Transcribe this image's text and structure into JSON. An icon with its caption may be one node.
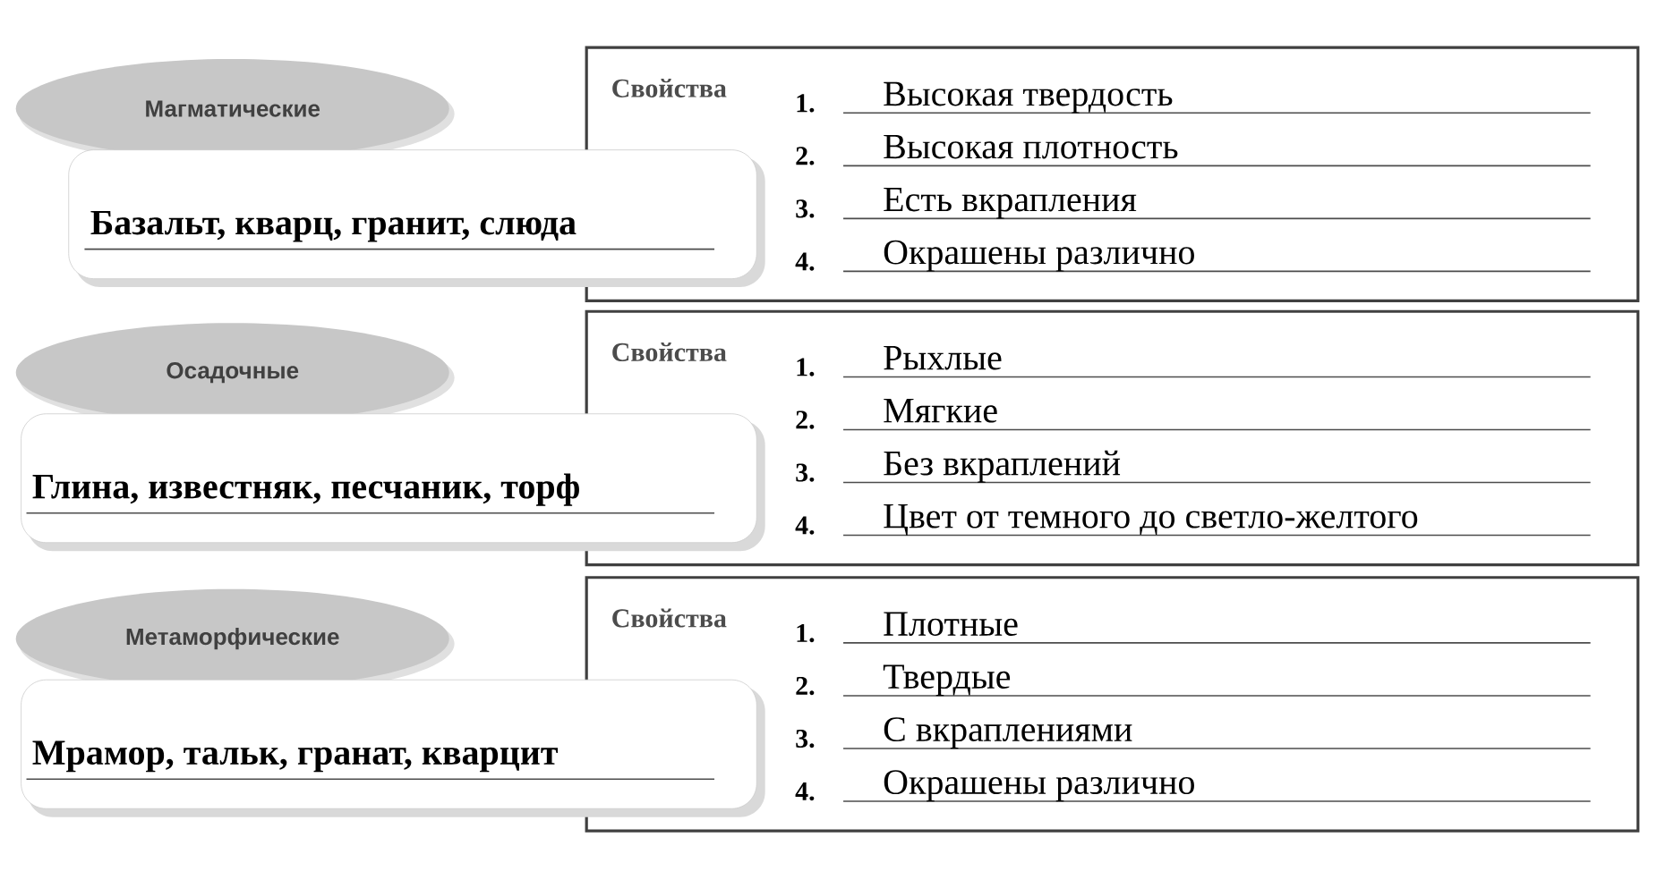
{
  "diagram": {
    "nodes": [
      {
        "text": [
          "Магматические"
        ]
      },
      {
        "text": [
          "Базальт, кварц, гранит, слюда"
        ]
      },
      {
        "text": [
          "Свойства",
          "1.",
          "Высокая твердость",
          "2.",
          "Высокая плотность",
          "3.",
          "Есть вкрапления",
          "4.",
          "Окрашены различно"
        ]
      },
      {
        "text": [
          "Осадочные"
        ]
      },
      {
        "text": [
          "Глина, известняк, песчаник, торф"
        ]
      },
      {
        "text": [
          "Свойства",
          "1.",
          "Рыхлые",
          "2.",
          "Мягкие",
          "3.",
          "Без вкраплений",
          "4.",
          "Цвет от темного до светло-желтого"
        ]
      },
      {
        "text": [
          "Метаморфические"
        ]
      },
      {
        "text": [
          "Мрамор, тальк, гранат, кварцит"
        ]
      },
      {
        "text": [
          "Свойства",
          "1.",
          "Плотные",
          "2.",
          "Твердые",
          "3.",
          "С вкраплениями",
          "4.",
          "Окрашены различно"
        ]
      }
    ]
  }
}
